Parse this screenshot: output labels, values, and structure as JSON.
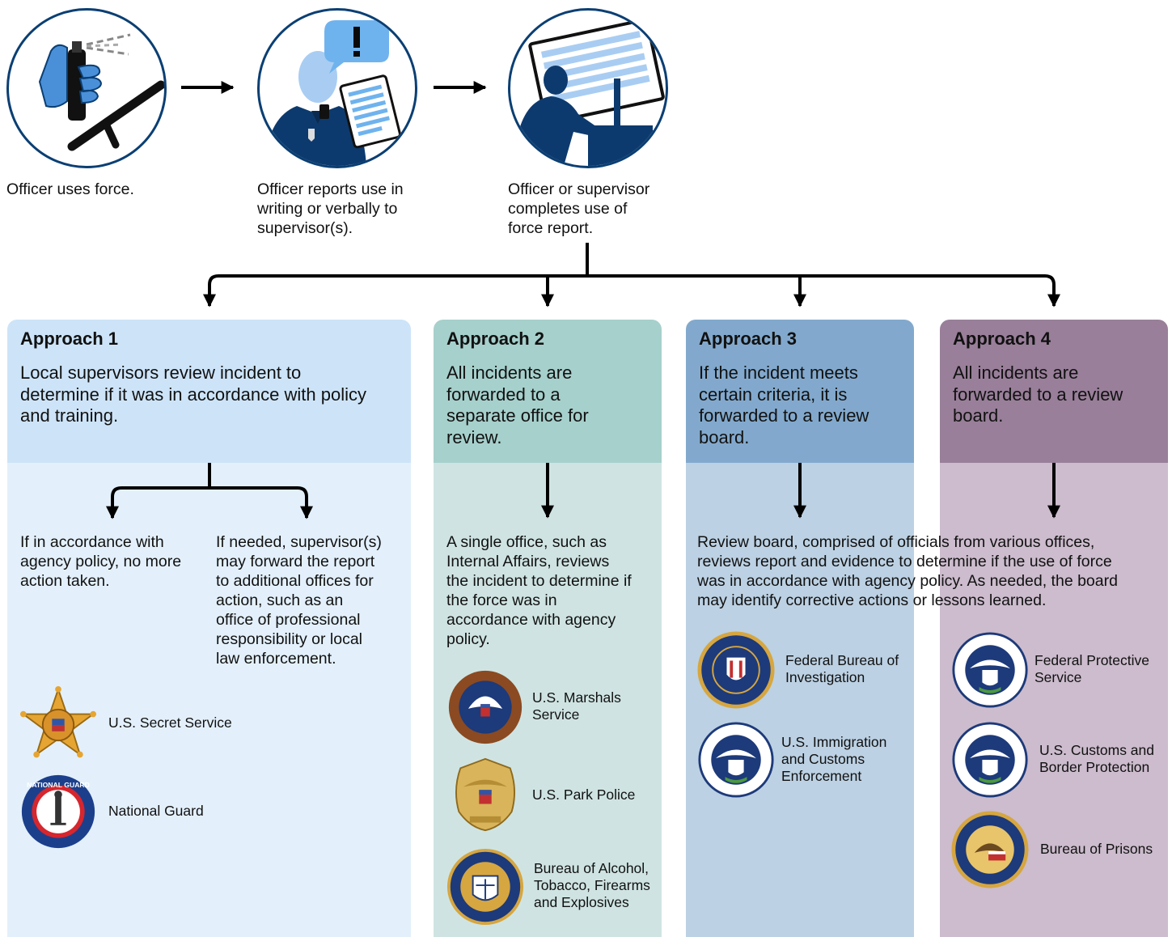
{
  "colors": {
    "navy": "#0b3f73",
    "approach1_head": "#cde4f8",
    "approach1_body": "#e3f0fb",
    "approach2_head": "#a6d0cc",
    "approach2_body": "#cfe4e2",
    "approach3_head": "#82a9cd",
    "approach3_body": "#bcd1e3",
    "approach4_head": "#997f9a",
    "approach4_body": "#ccbccd"
  },
  "steps": [
    {
      "icon": "pepper-spray-baton-icon",
      "text": "Officer uses force."
    },
    {
      "icon": "officer-report-icon",
      "text": "Officer reports use in\nwriting or verbally to\nsupervisor(s)."
    },
    {
      "icon": "computer-report-icon",
      "text": "Officer or supervisor\ncompletes use of\nforce report."
    }
  ],
  "approaches": [
    {
      "title": "Approach 1",
      "description": "Local supervisors review incident to\ndetermine if it was in accordance with policy\nand training.",
      "outcome_left": "If in accordance with\nagency policy, no more\naction taken.",
      "outcome_right": "If needed, supervisor(s)\nmay forward the report\nto additional offices for\naction, such as an\noffice of professional\nresponsibility or local\nlaw enforcement.",
      "agencies": [
        {
          "name": "U.S. Secret Service",
          "seal": "secret-service-star-icon"
        },
        {
          "name": "National Guard",
          "seal": "national-guard-seal-icon",
          "seal_text": "NATIONAL GUARD"
        }
      ]
    },
    {
      "title": "Approach 2",
      "description": "All incidents are\nforwarded to a\nseparate office for\nreview.",
      "outcome": "A single office, such as\nInternal Affairs, reviews\nthe incident to determine if\nthe force was in\naccordance with agency\npolicy.",
      "agencies": [
        {
          "name": "U.S. Marshals\nService",
          "seal": "us-marshals-seal-icon"
        },
        {
          "name": "U.S. Park Police",
          "seal": "park-police-badge-icon"
        },
        {
          "name": "Bureau of Alcohol,\nTobacco, Firearms\nand Explosives",
          "seal": "atf-seal-icon"
        }
      ]
    },
    {
      "title": "Approach 3",
      "description": "If the incident meets\ncertain criteria, it is\nforwarded to a review\nboard.",
      "agencies": [
        {
          "name": "Federal Bureau of\nInvestigation",
          "seal": "fbi-seal-icon"
        },
        {
          "name": "U.S. Immigration\nand Customs\nEnforcement",
          "seal": "dhs-seal-icon"
        }
      ]
    },
    {
      "title": "Approach 4",
      "description": "All incidents are\nforwarded to a review\nboard.",
      "agencies": [
        {
          "name": "Federal Protective\nService",
          "seal": "dhs-seal-icon"
        },
        {
          "name": "U.S. Customs and\nBorder Protection",
          "seal": "dhs-seal-icon"
        },
        {
          "name": "Bureau of Prisons",
          "seal": "doj-seal-icon"
        }
      ]
    }
  ],
  "shared_outcome": "Review board, comprised of officials from various offices,\nreviews report and evidence to determine if the use of force\nwas in accordance with agency policy. As needed, the board\nmay identify corrective actions or lessons learned."
}
